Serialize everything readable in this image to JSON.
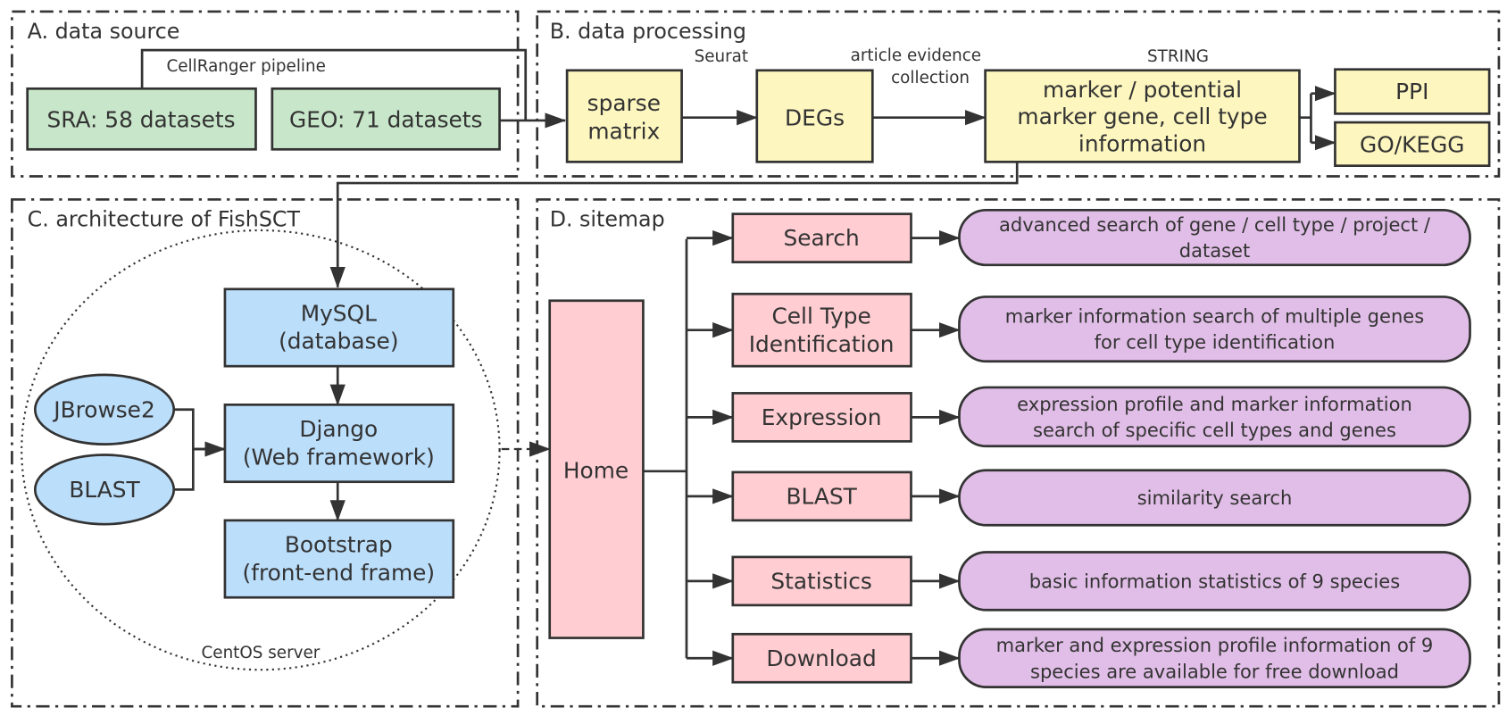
{
  "colors": {
    "source": "#c8e6c9",
    "processing": "#fdf6bf",
    "architecture": "#bbdefb",
    "sitemap_page": "#ffcdd2",
    "sitemap_desc": "#e1bee7",
    "line": "#333333"
  },
  "panel_a": {
    "title": "A. data source",
    "pipeline_label": "CellRanger pipeline",
    "sra": "SRA: 58 datasets",
    "geo": "GEO: 71 datasets"
  },
  "panel_b": {
    "title": "B. data processing",
    "sparse": [
      "sparse",
      "matrix"
    ],
    "seurat": "Seurat",
    "degs": "DEGs",
    "evidence": [
      "article evidence",
      "collection"
    ],
    "marker": [
      "marker / potential",
      "marker gene, cell type",
      "information"
    ],
    "string": "STRING",
    "ppi": "PPI",
    "gokegg": "GO/KEGG"
  },
  "panel_c": {
    "title": "C. architecture of FishSCT",
    "mysql": [
      "MySQL",
      "(database)"
    ],
    "django": [
      "Django",
      "(Web framework)"
    ],
    "bootstrap": [
      "Bootstrap",
      "(front-end frame)"
    ],
    "jbrowse": "JBrowse2",
    "blast": "BLAST",
    "server": "CentOS server"
  },
  "panel_d": {
    "title": "D. sitemap",
    "home": "Home",
    "pages": [
      {
        "label": [
          "Search"
        ],
        "desc": [
          "advanced search of gene / cell type / project /",
          "dataset"
        ]
      },
      {
        "label": [
          "Cell Type",
          "Identification"
        ],
        "desc": [
          "marker information search of multiple genes",
          "for cell type identification"
        ]
      },
      {
        "label": [
          "Expression"
        ],
        "desc": [
          "expression profile and marker information",
          "search of specific cell types and genes"
        ]
      },
      {
        "label": [
          "BLAST"
        ],
        "desc": [
          "similarity search"
        ]
      },
      {
        "label": [
          "Statistics"
        ],
        "desc": [
          "basic information statistics of 9 species"
        ]
      },
      {
        "label": [
          "Download"
        ],
        "desc": [
          "marker and expression profile information of 9",
          "species are available for free download"
        ]
      }
    ]
  }
}
